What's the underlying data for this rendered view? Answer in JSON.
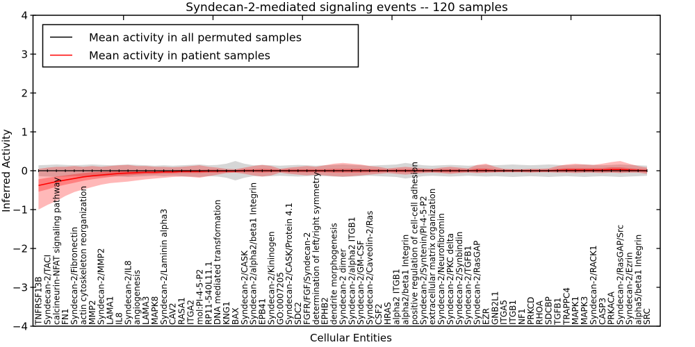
{
  "figure": {
    "title": "Syndecan-2-mediated signaling events -- 120 samples",
    "xlabel": "Cellular Entities",
    "ylabel": "Inferred Activity"
  },
  "legend": {
    "items": [
      {
        "label": "Mean activity in all permuted samples",
        "color": "#000000"
      },
      {
        "label": "Mean activity in patient samples",
        "color": "#ff0000"
      }
    ]
  },
  "chart_data": {
    "type": "line",
    "title": "Syndecan-2-mediated signaling events -- 120 samples",
    "xlabel": "Cellular Entities",
    "ylabel": "Inferred Activity",
    "ylim": [
      -4,
      4
    ],
    "grid": false,
    "legend_position": "upper left",
    "yticks": [
      {
        "value": 4,
        "label": "4"
      },
      {
        "value": 3,
        "label": "3"
      },
      {
        "value": 2,
        "label": "2"
      },
      {
        "value": 1,
        "label": "1"
      },
      {
        "value": 0,
        "label": "0"
      },
      {
        "value": -1,
        "label": "−1"
      },
      {
        "value": -2,
        "label": "−2"
      },
      {
        "value": -3,
        "label": "−3"
      },
      {
        "value": -4,
        "label": "−4"
      }
    ],
    "categories": [
      "TNFRSF13B",
      "Syndecan-2/TACI",
      "calcineurin-NFAT signaling pathway",
      "FN1",
      "Syndecan-2/Fibronectin",
      "actin cytoskeleton reorganization",
      "MMP2",
      "Syndecan-2/MMP2",
      "LAMA1",
      "IL8",
      "Syndecan-2/IL8",
      "angiogenesis",
      "LAMA3",
      "MAPK8",
      "Syndecan-2/Laminin alpha3",
      "CAV2",
      "RASA1",
      "ITGA2",
      "mol:PI-4-5-P2",
      "RP11-540L11.1",
      "DNA mediated transformation",
      "KNG1",
      "BAX",
      "Syndecan-2/CASK",
      "Syndecan-2/alpha2/beta1 Integrin",
      "EPB41",
      "Syndecan-2/Kininogen",
      "GO:0007205",
      "Syndecan-2/CASK/Protein 4.1",
      "SDC2",
      "FGFR/FGF/Syndecan-2",
      "determination of left/right symmetry",
      "EPHB2",
      "dendrite morphogenesis",
      "Syndecan-2 dimer",
      "Syndecan-2/alpha2 ITGB1",
      "Syndecan-2/GM-CSF",
      "Syndecan-2/Caveolin-2/Ras",
      "CSF2",
      "HRAS",
      "alpha2 ITGB1",
      "alpha2/beta1 Integrin",
      "positive regulation of cell-cell adhesion",
      "Syndecan-2/Syntenin/PI-4-5-P2",
      "extracellular matrix organization",
      "Syndecan-2/Neurofibromin",
      "Syndecan-2/PKC delta",
      "Syndecan-2/Synbindin",
      "Syndecan-2/TGFB1",
      "Syndecan-2/RasGAP",
      "EZR",
      "GNB2L1",
      "ITGA5",
      "ITGB1",
      "NF1",
      "PRKCD",
      "RHOA",
      "SDCBP",
      "TGFB1",
      "TRAPPC4",
      "MAPK1",
      "MAPK3",
      "Syndecan-2/RACK1",
      "CASP3",
      "PRKACA",
      "Syndecan-2/RasGAP/Src",
      "Syndecan-2/Ezrin",
      "alpha5/beta1 Integrin",
      "SRC"
    ],
    "series": [
      {
        "name": "Mean activity in all permuted samples",
        "color": "#000000",
        "width": 1.3,
        "markers": true,
        "values": [
          0,
          0,
          0,
          0,
          0,
          0,
          0,
          0,
          0,
          0,
          0,
          0,
          0,
          0,
          0,
          0,
          0,
          0,
          0,
          0,
          0,
          0,
          0,
          0,
          0,
          0,
          0,
          0,
          0,
          0,
          0,
          0,
          0,
          0,
          0,
          0,
          0,
          0,
          0,
          0,
          0,
          0,
          0,
          0,
          0,
          0,
          0,
          0,
          0,
          0,
          0,
          0,
          0,
          0,
          0,
          0,
          0,
          0,
          0,
          0,
          0,
          0,
          0,
          0,
          0,
          0,
          0,
          0,
          0
        ]
      },
      {
        "name": "Mean activity in patient samples",
        "color": "#ff0000",
        "width": 1.6,
        "markers": false,
        "values": [
          -0.38,
          -0.33,
          -0.28,
          -0.24,
          -0.2,
          -0.16,
          -0.13,
          -0.11,
          -0.09,
          -0.07,
          -0.06,
          -0.05,
          -0.04,
          -0.04,
          -0.03,
          -0.03,
          -0.02,
          -0.02,
          -0.02,
          -0.01,
          -0.01,
          -0.01,
          -0.01,
          0,
          0,
          0,
          0,
          0,
          0,
          0,
          0,
          0,
          0,
          0,
          0,
          0,
          0,
          0,
          0,
          0,
          0,
          0,
          0,
          0,
          0,
          0,
          0,
          0,
          0,
          0.01,
          0.01,
          0,
          0,
          0,
          0,
          0,
          0,
          0,
          0.01,
          0.02,
          0.02,
          0.02,
          0.02,
          0.02,
          0.03,
          0.03,
          0.02,
          0.01,
          0
        ]
      }
    ],
    "bands": [
      {
        "name": "permuted-std-band",
        "fill": "rgba(0,0,0,0.16)",
        "center": 0,
        "half": [
          0.14,
          0.15,
          0.16,
          0.15,
          0.14,
          0.15,
          0.16,
          0.15,
          0.14,
          0.15,
          0.16,
          0.15,
          0.14,
          0.13,
          0.14,
          0.13,
          0.14,
          0.15,
          0.16,
          0.14,
          0.15,
          0.18,
          0.25,
          0.18,
          0.14,
          0.15,
          0.14,
          0.13,
          0.14,
          0.15,
          0.14,
          0.13,
          0.14,
          0.15,
          0.16,
          0.15,
          0.14,
          0.13,
          0.14,
          0.15,
          0.16,
          0.2,
          0.17,
          0.14,
          0.13,
          0.14,
          0.15,
          0.14,
          0.13,
          0.14,
          0.15,
          0.14,
          0.15,
          0.16,
          0.15,
          0.14,
          0.15,
          0.16,
          0.15,
          0.14,
          0.15,
          0.16,
          0.15,
          0.14,
          0.15,
          0.16,
          0.15,
          0.14,
          0.13
        ]
      },
      {
        "name": "patient-std-band",
        "fill": "rgba(255,0,0,0.28)",
        "upper": [
          0.05,
          0.08,
          0.1,
          0.1,
          0.12,
          0.1,
          0.12,
          0.1,
          0.12,
          0.14,
          0.15,
          0.12,
          0.12,
          0.1,
          0.1,
          0.09,
          0.1,
          0.12,
          0.14,
          0.1,
          0.08,
          0.05,
          0.04,
          0.08,
          0.12,
          0.15,
          0.12,
          0.05,
          0.08,
          0.1,
          0.12,
          0.1,
          0.14,
          0.18,
          0.2,
          0.18,
          0.16,
          0.12,
          0.1,
          0.06,
          0.08,
          0.1,
          0.08,
          0.06,
          0.05,
          0.08,
          0.1,
          0.08,
          0.06,
          0.15,
          0.18,
          0.1,
          0.05,
          0.04,
          0.04,
          0.05,
          0.05,
          0.06,
          0.12,
          0.16,
          0.18,
          0.16,
          0.15,
          0.18,
          0.22,
          0.25,
          0.18,
          0.12,
          0.08
        ],
        "lower": [
          -1.0,
          -0.88,
          -0.78,
          -0.65,
          -0.55,
          -0.48,
          -0.42,
          -0.36,
          -0.32,
          -0.3,
          -0.28,
          -0.25,
          -0.22,
          -0.2,
          -0.18,
          -0.16,
          -0.15,
          -0.16,
          -0.18,
          -0.14,
          -0.1,
          -0.06,
          -0.05,
          -0.08,
          -0.12,
          -0.15,
          -0.12,
          -0.05,
          -0.08,
          -0.1,
          -0.12,
          -0.1,
          -0.12,
          -0.14,
          -0.15,
          -0.14,
          -0.12,
          -0.1,
          -0.08,
          -0.06,
          -0.08,
          -0.1,
          -0.08,
          -0.06,
          -0.05,
          -0.06,
          -0.08,
          -0.06,
          -0.05,
          -0.06,
          -0.05,
          -0.04,
          -0.04,
          -0.04,
          -0.04,
          -0.05,
          -0.04,
          -0.04,
          -0.05,
          -0.05,
          -0.06,
          -0.05,
          -0.05,
          -0.06,
          -0.05,
          -0.06,
          -0.05,
          -0.05,
          -0.08
        ]
      },
      {
        "name": "patient-inner-band",
        "fill": "rgba(255,0,0,0.30)",
        "center": 1,
        "half": [
          0.16,
          0.15,
          0.13,
          0.12,
          0.11,
          0.1,
          0.09,
          0.08,
          0.07,
          0.06,
          0.06,
          0.05,
          0.05,
          0.05,
          0.04,
          0.04,
          0.04,
          0.04,
          0.04,
          0.04,
          0.04,
          0.03,
          0.03,
          0.04,
          0.04,
          0.05,
          0.04,
          0.03,
          0.04,
          0.04,
          0.04,
          0.04,
          0.04,
          0.05,
          0.05,
          0.05,
          0.05,
          0.04,
          0.04,
          0.03,
          0.04,
          0.04,
          0.04,
          0.03,
          0.03,
          0.04,
          0.04,
          0.04,
          0.03,
          0.05,
          0.05,
          0.04,
          0.03,
          0.03,
          0.03,
          0.03,
          0.03,
          0.03,
          0.04,
          0.05,
          0.05,
          0.05,
          0.05,
          0.05,
          0.06,
          0.06,
          0.05,
          0.04,
          0.04
        ]
      }
    ]
  }
}
